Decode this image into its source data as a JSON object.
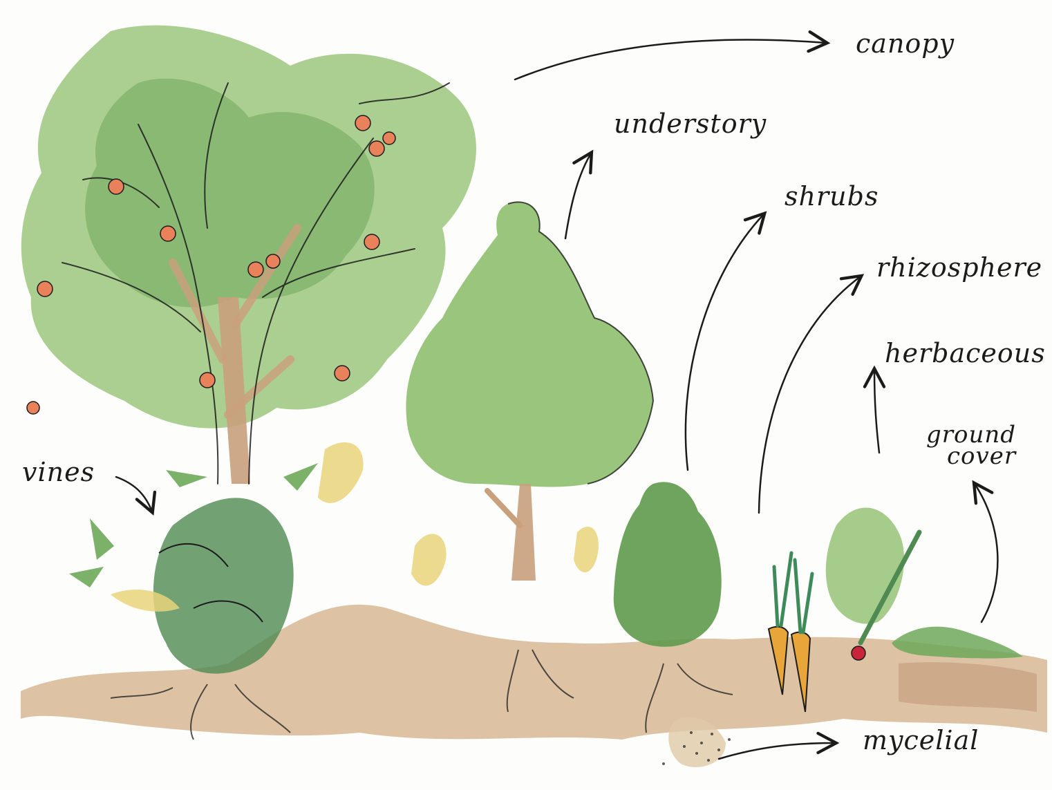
{
  "labels": {
    "canopy": "canopy",
    "understory": "understory",
    "shrubs": "shrubs",
    "rhizosphere": "rhizosphere",
    "herbaceous": "herbaceous",
    "ground_cover_line1": "ground",
    "ground_cover_line2": "cover",
    "vines": "vines",
    "mycelial": "mycelial"
  },
  "colors": {
    "ink": "#1b1b1b",
    "foliage": "#8fbf6e",
    "foliage_dark": "#5f9a4e",
    "soil": "#d7b894",
    "trunk": "#c9a07c",
    "fruit": "#e9825a",
    "carrot": "#e8a63a",
    "radish": "#c8243a",
    "yellow_flowers": "#e9d37a"
  }
}
